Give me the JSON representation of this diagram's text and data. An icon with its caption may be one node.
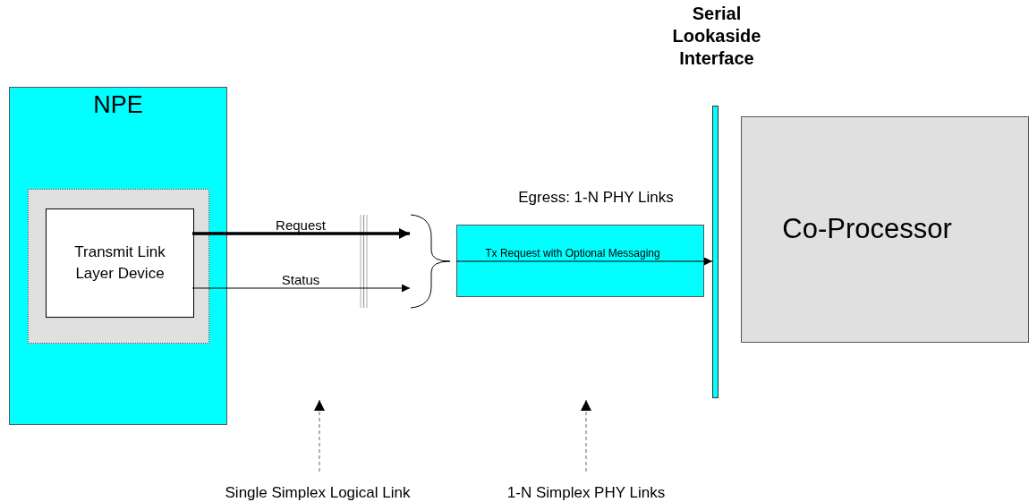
{
  "diagram": {
    "nodes": [
      {
        "text": [
          "NPE"
        ]
      },
      {
        "text": [],
        "shape": "box",
        "in": 0
      },
      {
        "text": [
          "Transmit Link Layer Device"
        ],
        "in": 1
      },
      {
        "text": [
          "Egress: 1-N PHY Links"
        ]
      },
      {
        "text": [
          "Serial Lookaside Interface"
        ]
      },
      {
        "text": [
          "Co-Processor"
        ]
      },
      {
        "text": [
          "Single Simplex Logical Link"
        ]
      },
      {
        "text": [
          "1-N Simplex PHY Links"
        ]
      }
    ],
    "edges": [
      {
        "from": 2,
        "to": 3,
        "arrow": "to",
        "label": "Request",
        "style": "thick"
      },
      {
        "from": 2,
        "to": 3,
        "arrow": "to",
        "label": "Status"
      },
      {
        "from": 3,
        "to": 4,
        "arrow": "to",
        "label": "Tx Request with Optional Messaging"
      },
      {
        "from": 6,
        "to": null,
        "arrow": "to",
        "style": "dashed",
        "color": "#666666"
      },
      {
        "from": 7,
        "to": null,
        "arrow": "to",
        "style": "dashed",
        "color": "#666666"
      }
    ]
  }
}
